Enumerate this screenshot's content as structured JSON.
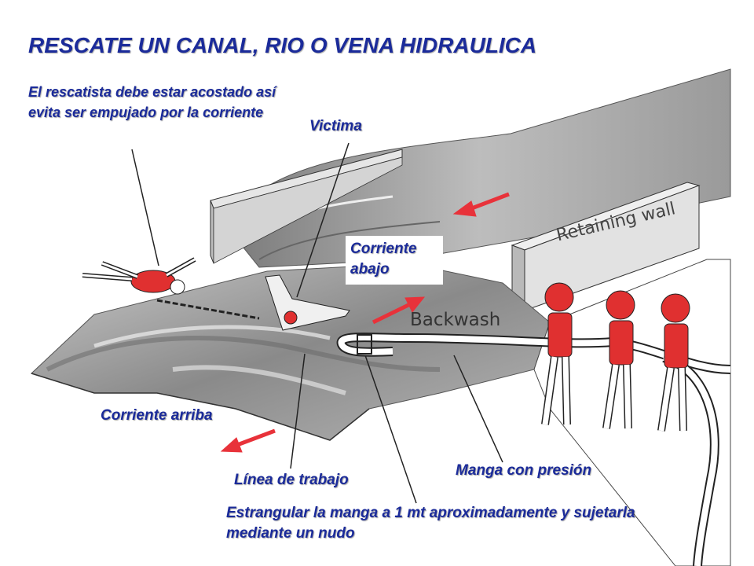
{
  "title": "RESCATE UN CANAL, RIO O VENA HIDRAULICA",
  "rescuer_note": "El rescatista debe estar acostado así evita ser empujado por la corriente",
  "victim_label": "Victima",
  "downstream_label": "Corriente abajo",
  "upstream_label": "Corriente arriba",
  "work_line_label": "Línea de trabajo",
  "pressure_hose_label": "Manga con presión",
  "strangle_note": "Estrangular la manga a 1 mt aproximadamente y sujetarla mediante un nudo",
  "retaining_wall_label": "Retaining wall",
  "backwash_label": "Backwash",
  "colors": {
    "label_text": "#1b2b9a",
    "arrow": "#e8323a",
    "vest": "#e03030",
    "water_gray": "#9a9a9a"
  }
}
